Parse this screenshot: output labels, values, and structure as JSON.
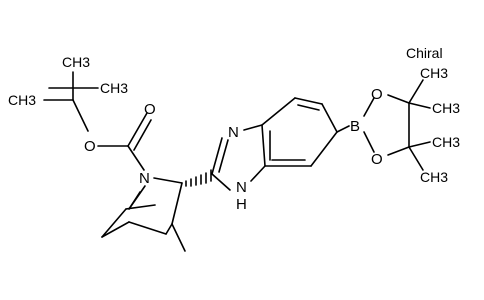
{
  "stereo_label": "Chiral",
  "atoms": {
    "O_carbonyl": "O",
    "O_ester": "O",
    "N_bridge": "N",
    "N_imine": "N",
    "NH_ring": "N",
    "H_ring": "H",
    "B": "B",
    "O_pin_top": "O",
    "O_pin_bottom": "O"
  },
  "methyls": {
    "tbu_1": "CH3",
    "tbu_2": "CH3",
    "tbu_3": "CH3",
    "pin_1": "CH3",
    "pin_2": "CH3",
    "pin_3": "CH3",
    "pin_4": "CH3"
  }
}
